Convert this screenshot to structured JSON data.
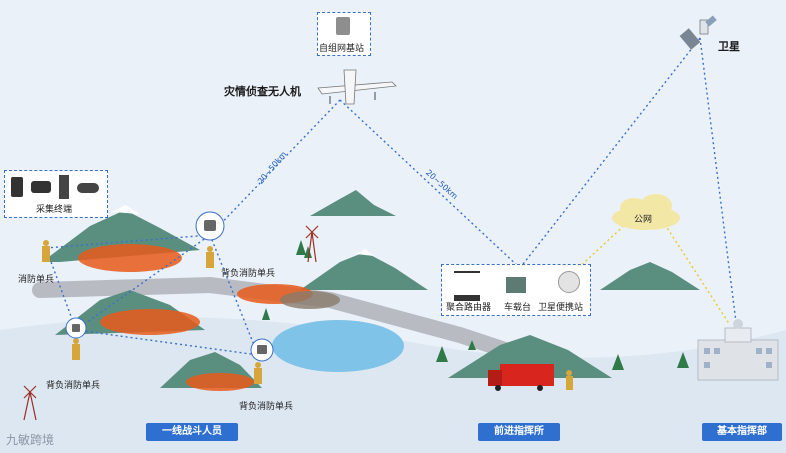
{
  "labels": {
    "base_station": "自组网基站",
    "drone": "灾情侦查无人机",
    "satellite": "卫星",
    "collect_terminal": "采集终端",
    "public_net": "公网",
    "router": "聚合路由器",
    "vehicle_platform": "车载台",
    "sat_portable": "卫星便携站",
    "firefighter_left": "消防单兵",
    "backpack_1": "背负消防单兵",
    "backpack_2": "背负消防单兵",
    "backpack_3": "背负消防单兵",
    "distance_1": "20~50km",
    "distance_2": "20~50km"
  },
  "footer": {
    "frontline": "一线战斗人员",
    "forward_command": "前进指挥所",
    "base_command": "基本指挥部"
  },
  "watermark": "九敏跨境",
  "colors": {
    "accent_blue": "#2f6fd0",
    "link_blue": "#3b6fc9",
    "link_yellow": "#e8c832",
    "mountain": "#5a8f80",
    "fire": "#e85a1a",
    "lake": "#7fc3e8",
    "truck": "#d8261e"
  }
}
